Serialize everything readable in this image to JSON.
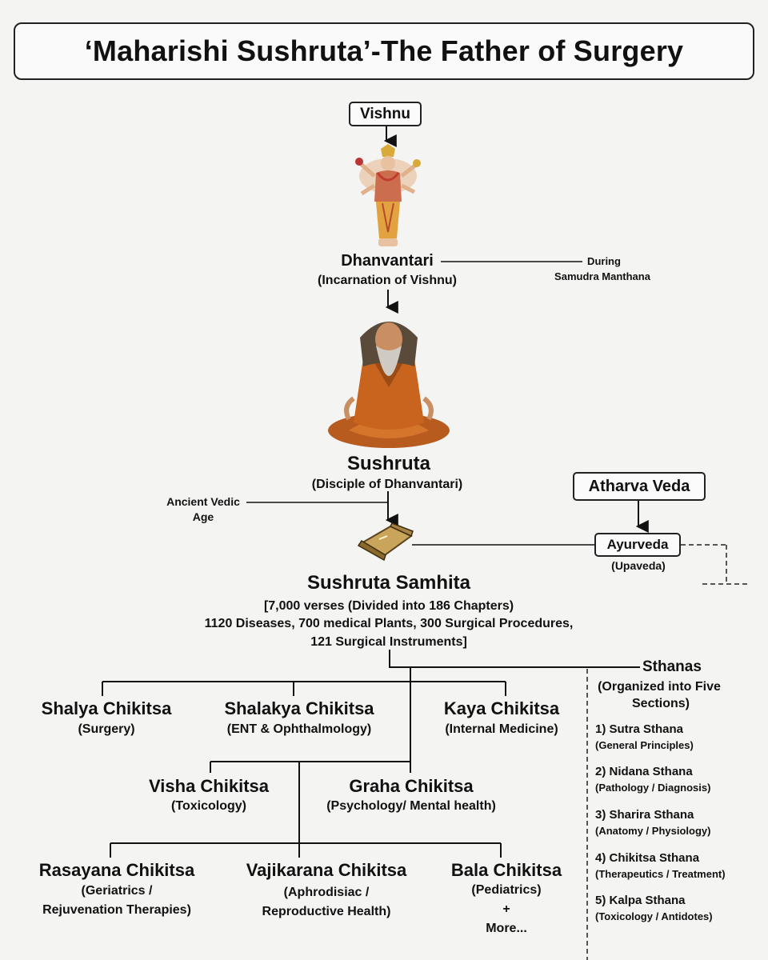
{
  "title": "‘Maharishi Sushruta’-The Father of Surgery",
  "vishnu": {
    "label": "Vishnu"
  },
  "dhanvantari": {
    "name": "Dhanvantari",
    "desc": "(Incarnation of Vishnu)"
  },
  "during": {
    "line1": "During",
    "line2": "Samudra Manthana"
  },
  "sushruta": {
    "name": "Sushruta",
    "desc": "(Disciple of Dhanvantari)"
  },
  "ancient": {
    "line1": "Ancient Vedic",
    "line2": "Age"
  },
  "atharva": {
    "label": "Atharva Veda"
  },
  "ayurveda": {
    "label": "Ayurveda",
    "desc": "(Upaveda)"
  },
  "samhita": {
    "name": "Sushruta Samhita",
    "line1": "[7,000 verses (Divided into 186 Chapters)",
    "line2": "1120 Diseases, 700 medical Plants, 300 Surgical Procedures,",
    "line3": "121 Surgical Instruments]"
  },
  "branches": {
    "shalya": {
      "name": "Shalya Chikitsa",
      "desc": "(Surgery)"
    },
    "shalakya": {
      "name": "Shalakya Chikitsa",
      "desc": "(ENT & Ophthalmology)"
    },
    "kaya": {
      "name": "Kaya Chikitsa",
      "desc": "(Internal Medicine)"
    },
    "visha": {
      "name": "Visha Chikitsa",
      "desc": "(Toxicology)"
    },
    "graha": {
      "name": "Graha Chikitsa",
      "desc": "(Psychology/ Mental health)"
    },
    "rasayana": {
      "name": "Rasayana Chikitsa",
      "desc1": "(Geriatrics /",
      "desc2": "Rejuvenation Therapies)"
    },
    "vajikarana": {
      "name": "Vajikarana Chikitsa",
      "desc1": "(Aphrodisiac /",
      "desc2": "Reproductive Health)"
    },
    "bala": {
      "name": "Bala Chikitsa",
      "desc1": "(Pediatrics)",
      "plus": "+",
      "more": "More..."
    }
  },
  "sthanas": {
    "title": "Sthanas",
    "desc1": "(Organized into Five",
    "desc2": "Sections)",
    "items": [
      {
        "name": "1) Sutra Sthana",
        "desc": "(General Principles)"
      },
      {
        "name": "2) Nidana Sthana",
        "desc": "(Pathology / Diagnosis)"
      },
      {
        "name": "3) Sharira Sthana",
        "desc": "(Anatomy / Physiology)"
      },
      {
        "name": "4) Chikitsa Sthana",
        "desc": "(Therapeutics / Treatment)"
      },
      {
        "name": "5) Kalpa Sthana",
        "desc": "(Toxicology / Antidotes)"
      }
    ]
  },
  "colors": {
    "background": "#f4f4f3",
    "line": "#111111",
    "figure_orange": "#c8641e",
    "scroll_gold": "#8a6a2c"
  },
  "icons": {
    "dhanvantari_figure": "deity-figure-icon",
    "sushruta_figure": "meditating-sage-icon",
    "samhita_scroll": "scroll-icon"
  }
}
